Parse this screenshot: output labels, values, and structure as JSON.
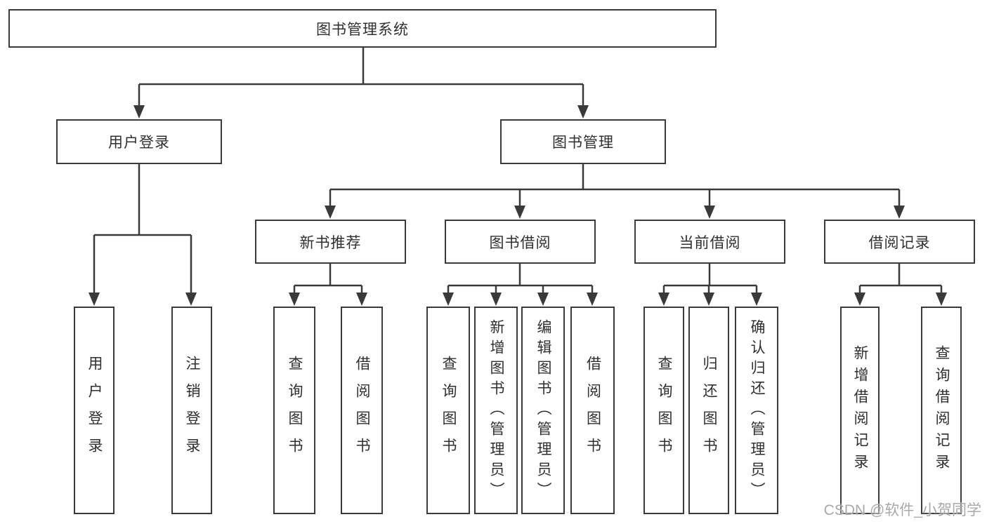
{
  "diagram": {
    "root": {
      "label": "图书管理系统"
    },
    "level2": [
      {
        "label": "用户登录"
      },
      {
        "label": "图书管理"
      }
    ],
    "level3": [
      {
        "label": "新书推荐"
      },
      {
        "label": "图书借阅"
      },
      {
        "label": "当前借阅"
      },
      {
        "label": "借阅记录"
      }
    ],
    "leaves": {
      "user_login": [
        "用户登录",
        "注销登录"
      ],
      "new_books": [
        "查询图书",
        "借阅图书"
      ],
      "book_borrow": [
        "查询图书",
        "新增图书（管理员）",
        "编辑图书（管理员）",
        "借阅图书"
      ],
      "current_borrow": [
        "查询图书",
        "归还图书",
        "确认归还（管理员）"
      ],
      "borrow_records": [
        "新增借阅记录",
        "查询借阅记录"
      ]
    }
  },
  "watermark": "CSDN @软件_小贺同学",
  "colors": {
    "line": "#3a3a3a",
    "text": "#2f2f2f",
    "watermark": "#a9a9a9",
    "background": "#ffffff"
  }
}
